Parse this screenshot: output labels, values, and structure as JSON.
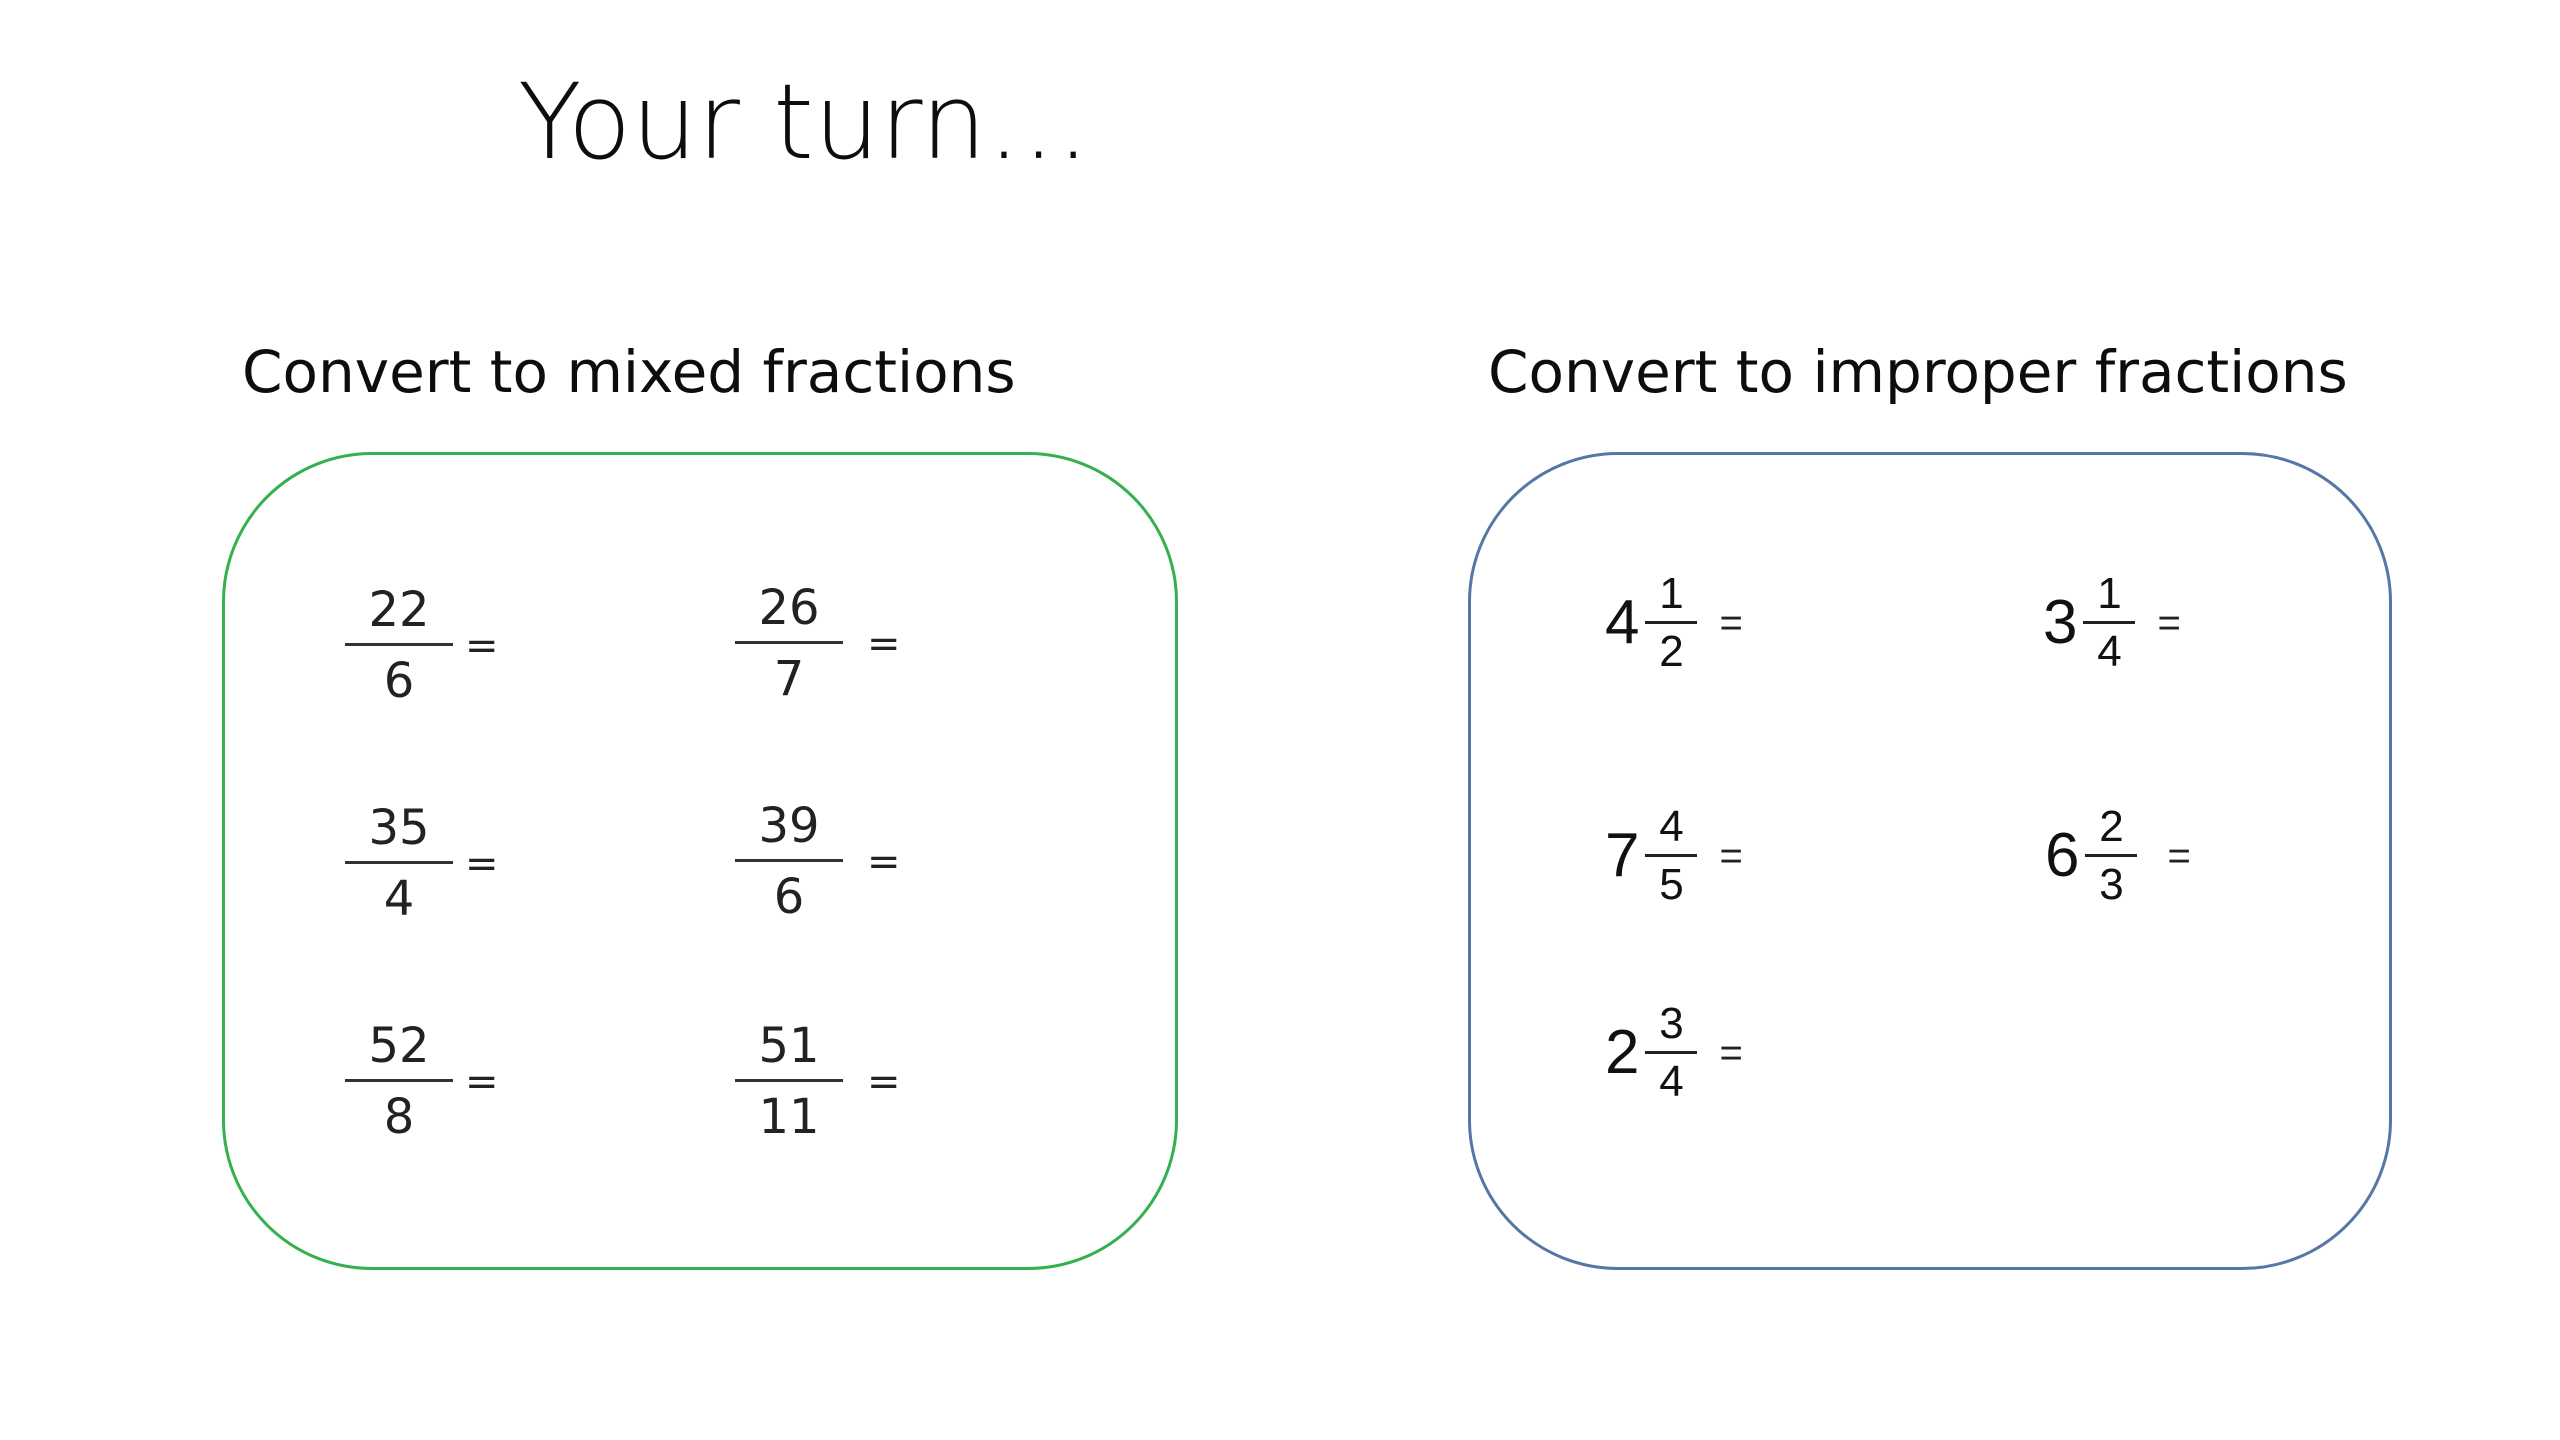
{
  "title": "Your turn…",
  "colors": {
    "left_panel_border": "#35b04f",
    "right_panel_border": "#5677a6"
  },
  "left": {
    "heading": "Convert to mixed fractions",
    "problems": [
      {
        "numerator": "22",
        "denominator": "6",
        "equals": "="
      },
      {
        "numerator": "26",
        "denominator": "7",
        "equals": "="
      },
      {
        "numerator": "35",
        "denominator": "4",
        "equals": "="
      },
      {
        "numerator": "39",
        "denominator": "6",
        "equals": "="
      },
      {
        "numerator": "52",
        "denominator": "8",
        "equals": "="
      },
      {
        "numerator": "51",
        "denominator": "11",
        "equals": "="
      }
    ]
  },
  "right": {
    "heading": "Convert to improper fractions",
    "problems": [
      {
        "whole": "4",
        "numerator": "1",
        "denominator": "2",
        "equals": "="
      },
      {
        "whole": "3",
        "numerator": "1",
        "denominator": "4",
        "equals": "="
      },
      {
        "whole": "7",
        "numerator": "4",
        "denominator": "5",
        "equals": "="
      },
      {
        "whole": "6",
        "numerator": "2",
        "denominator": "3",
        "equals": "="
      },
      {
        "whole": "2",
        "numerator": "3",
        "denominator": "4",
        "equals": "="
      }
    ]
  }
}
